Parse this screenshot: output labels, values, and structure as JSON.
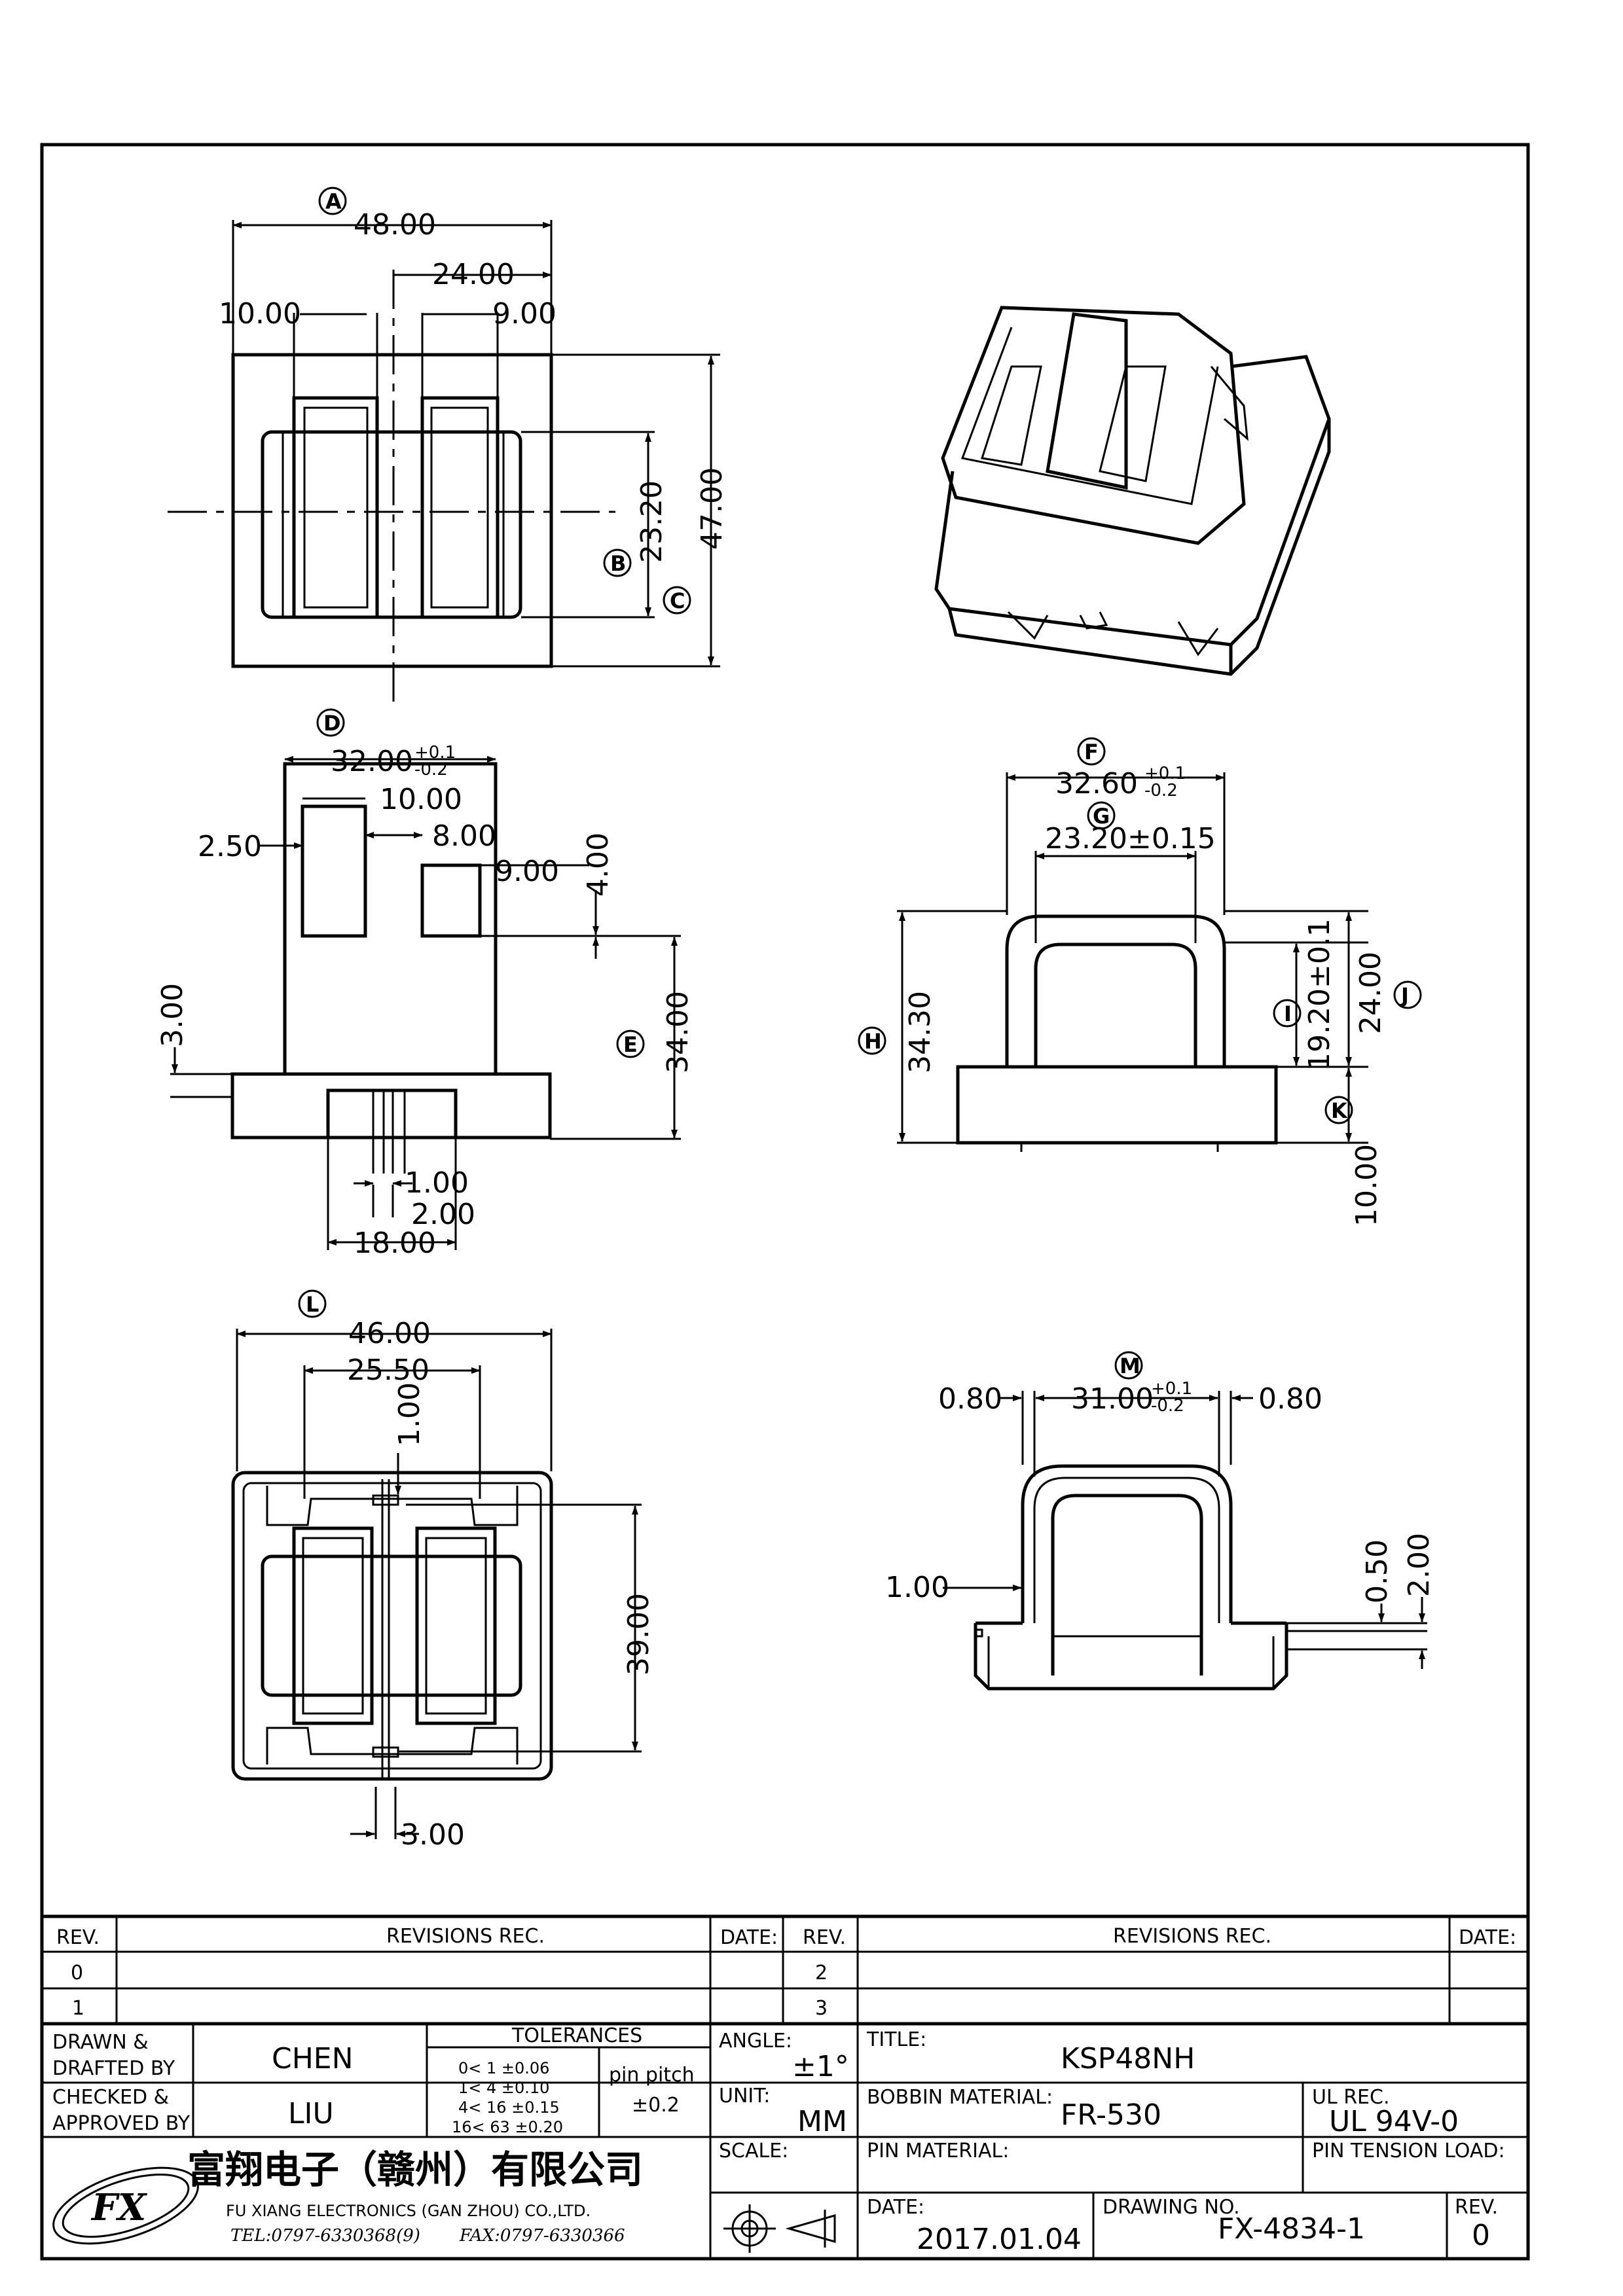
{
  "views": {
    "top": {
      "A": "A",
      "B": "B",
      "C": "C",
      "d_48": "48.00",
      "d_24": "24.00",
      "d_10": "10.00",
      "d_9": "9.00",
      "d_23_2": "23.20",
      "d_47": "47.00"
    },
    "front": {
      "D": "D",
      "E": "E",
      "d_32": "32.00",
      "d_32_tol_up": "+0.1",
      "d_32_tol_dn": "-0.2",
      "d_10": "10.00",
      "d_2_5": "2.50",
      "d_8": "8.00",
      "d_9": "9.00",
      "d_4": "4.00",
      "d_3": "3.00",
      "d_34": "34.00",
      "d_1": "1.00",
      "d_2": "2.00",
      "d_18": "18.00"
    },
    "side": {
      "F": "F",
      "G": "G",
      "H": "H",
      "I": "I",
      "J": "J",
      "K": "K",
      "d_32_6": "32.60",
      "d_32_6_tol_up": "+0.1",
      "d_32_6_tol_dn": "-0.2",
      "d_23_2": "23.20±0.15",
      "d_34_3": "34.30",
      "d_19_2": "19.20±0.1",
      "d_24": "24.00",
      "d_10": "10.00"
    },
    "bottom": {
      "L": "L",
      "d_46": "46.00",
      "d_25_5": "25.50",
      "d_1": "1.00",
      "d_39": "39.00",
      "d_3": "3.00"
    },
    "section": {
      "M": "M",
      "d_0_8_left": "0.80",
      "d_31": "31.00",
      "d_31_tol_up": "+0.1",
      "d_31_tol_dn": "-0.2",
      "d_0_8_right": "0.80",
      "d_1": "1.00",
      "d_0_5": "0.50",
      "d_2": "2.00"
    }
  },
  "title_block": {
    "rev_header": "REV.",
    "revisions_header": "REVISIONS   REC.",
    "date_header": "DATE:",
    "rev_rows_left": [
      "0",
      "1"
    ],
    "rev_rows_right": [
      "2",
      "3"
    ],
    "drawn_label": "DRAWN &",
    "drafted_label": "DRAFTED BY",
    "drawn_value": "CHEN",
    "checked_label": "CHECKED &",
    "approved_label": "APPROVED BY",
    "checked_value": "LIU",
    "tolerances_label": "TOLERANCES",
    "tol_rows": [
      "0<   1    ±0.06",
      "1<   4    ±0.10",
      "4<   16  ±0.15",
      "16<   63  ±0.20"
    ],
    "pin_pitch_label": "pin pitch",
    "pin_pitch_value": "±0.2",
    "angle_label": "ANGLE:",
    "angle_value": "±1°",
    "unit_label": "UNIT:",
    "unit_value": "MM",
    "scale_label": "SCALE:",
    "title_label": "TITLE:",
    "title_value": "KSP48NH",
    "bobbin_label": "BOBBIN MATERIAL:",
    "bobbin_value": "FR-530",
    "ul_label": "UL REC.",
    "ul_value": "UL 94V-0",
    "pin_material_label": "PIN MATERIAL:",
    "pin_tension_label": "PIN TENSION LOAD:",
    "date_label": "DATE:",
    "date_value": "2017.01.04",
    "drawing_no_label": "DRAWING NO.",
    "drawing_no_value": "FX-4834-1",
    "rev_label": "REV.",
    "rev_value": "0",
    "company_cn": "富翔电子（赣州）有限公司",
    "company_en": "FU XIANG ELECTRONICS (GAN ZHOU) CO.,LTD.",
    "tel": "TEL:0797-6330368(9)",
    "fax": "FAX:0797-6330366",
    "logo_letters": "FX"
  }
}
